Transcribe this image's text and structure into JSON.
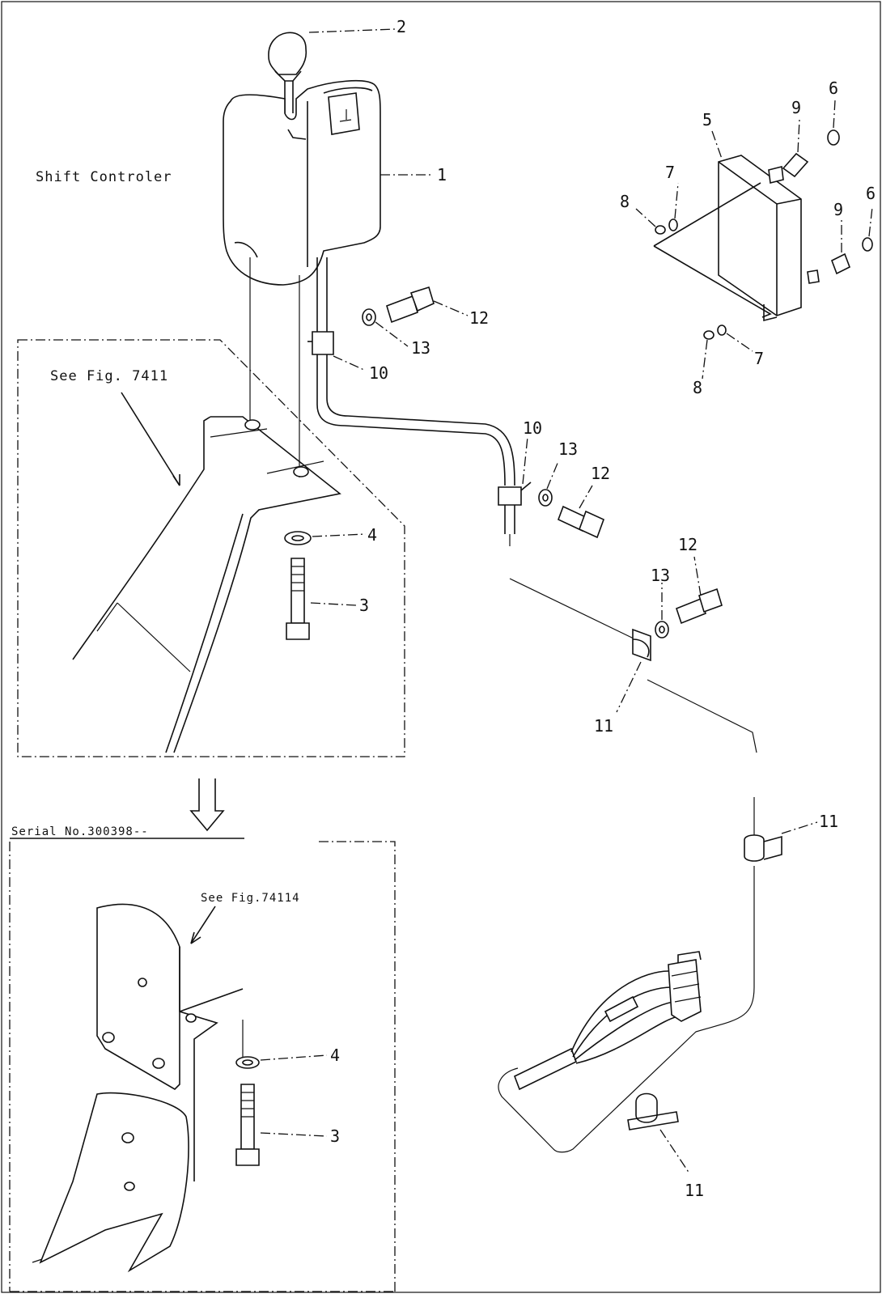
{
  "diagram": {
    "title": "Shift Controler",
    "references": {
      "main_fig": "See Fig. 7411",
      "serial": "Serial No.300398--",
      "lower_fig": "See Fig.74114"
    },
    "callouts": {
      "c1": "1",
      "c2": "2",
      "c3a": "3",
      "c3b": "3",
      "c4a": "4",
      "c4b": "4",
      "c5": "5",
      "c6a": "6",
      "c6b": "6",
      "c7a": "7",
      "c7b": "7",
      "c8a": "8",
      "c8b": "8",
      "c9a": "9",
      "c9b": "9",
      "c10a": "10",
      "c10b": "10",
      "c11a": "11",
      "c11b": "11",
      "c11c": "11",
      "c12a": "12",
      "c12b": "12",
      "c12c": "12",
      "c13a": "13",
      "c13b": "13",
      "c13c": "13"
    }
  }
}
